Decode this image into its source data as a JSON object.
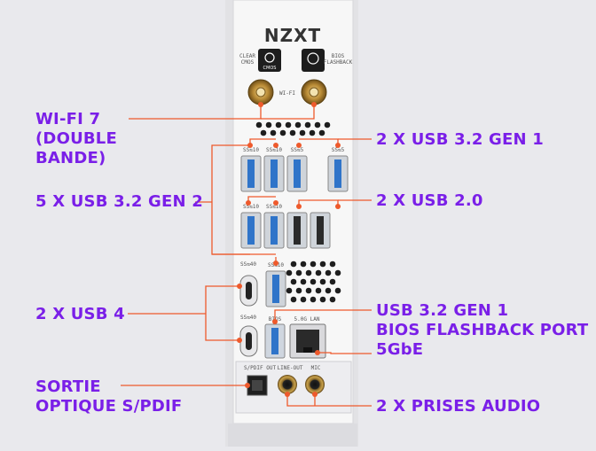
{
  "brand": "NZXT",
  "panel_labels": {
    "clear_cmos": [
      "CLEAR",
      "CMOS"
    ],
    "cmos_button": "CMOS",
    "bios_flashback": [
      "BIOS",
      "FLASHBACK"
    ],
    "wifi": "WI-FI",
    "usb_5g": "SS⇆5",
    "usb_10g": "SS⇆10",
    "usb_40g": "SS⇆40",
    "bios": "BIOS",
    "lan": "5.0G LAN",
    "spdif_out": "S/PDIF OUT",
    "line_out": "LINE-OUT",
    "mic": "MIC"
  },
  "callouts": {
    "wifi7": [
      "WI-FI 7",
      "(DOUBLE",
      "BANDE)"
    ],
    "usb32g2": [
      "5 X USB 3.2 GEN 2"
    ],
    "usb4": [
      "2 X USB 4"
    ],
    "spdif": [
      "SORTIE",
      "OPTIQUE S/PDIF"
    ],
    "usb32g1": [
      "2 X USB 3.2 GEN 1"
    ],
    "usb20": [
      "2 X USB 2.0"
    ],
    "flashback": [
      "USB 3.2 GEN 1",
      "BIOS FLASHBACK PORT",
      "5GbE"
    ],
    "audio": [
      "2 X PRISES AUDIO"
    ]
  },
  "colors": {
    "callout_text": "#7a1fe8",
    "leader_line": "#ee5a2c",
    "panel": "#f7f7f7",
    "usb3_port": "#2f74c9",
    "usb2_port": "#2b2b2b",
    "background": "#e9e9ed"
  }
}
